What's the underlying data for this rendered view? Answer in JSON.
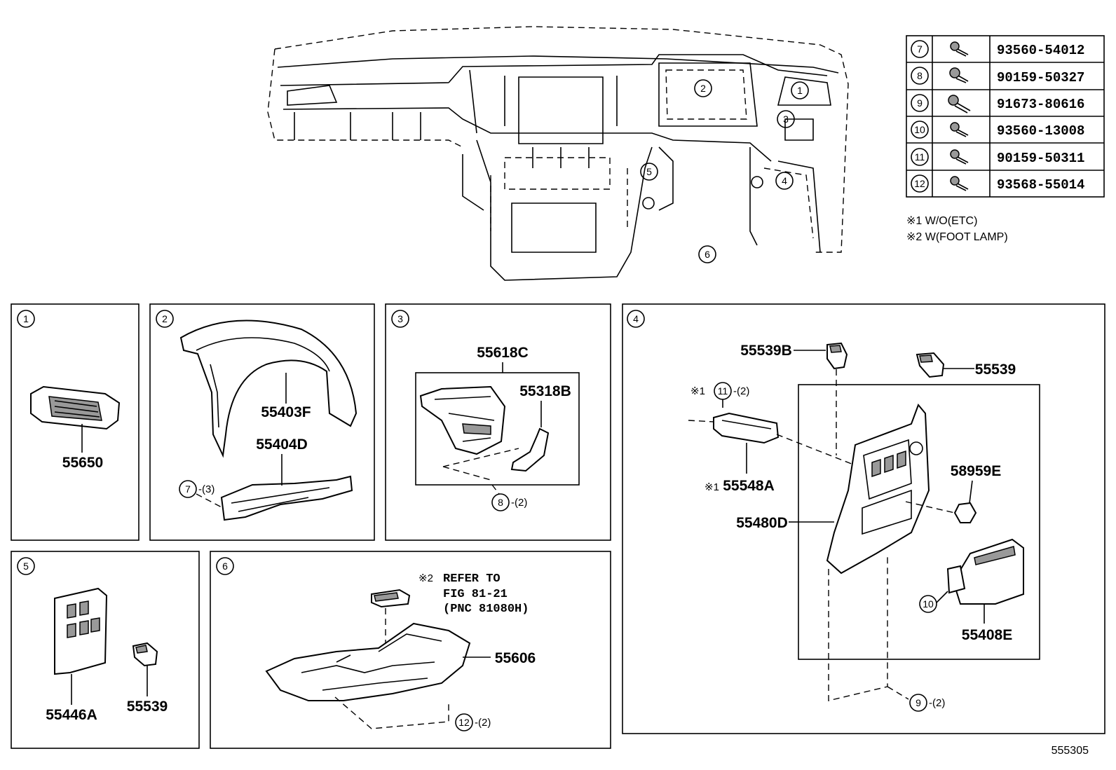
{
  "diagram": {
    "figure_code": "555305",
    "notes": [
      "※1 W/O(ETC)",
      "※2 W(FOOT LAMP)"
    ],
    "fastener_table": [
      {
        "ref": "7",
        "part": "93560-54012"
      },
      {
        "ref": "8",
        "part": "90159-50327"
      },
      {
        "ref": "9",
        "part": "91673-80616"
      },
      {
        "ref": "10",
        "part": "93560-13008"
      },
      {
        "ref": "11",
        "part": "90159-50311"
      },
      {
        "ref": "12",
        "part": "93568-55014"
      }
    ],
    "overview_callouts": [
      "1",
      "2",
      "3",
      "4",
      "5",
      "6"
    ],
    "panels": {
      "p1": {
        "num": "1",
        "parts": [
          "55650"
        ]
      },
      "p2": {
        "num": "2",
        "parts": [
          "55403F",
          "55404D"
        ],
        "fastener": "7",
        "qty": "-(3)"
      },
      "p3": {
        "num": "3",
        "parts": [
          "55618C",
          "55318B"
        ],
        "fastener": "8",
        "qty": "-(2)"
      },
      "p4": {
        "num": "4",
        "parts": [
          "55539B",
          "55539",
          "55548A",
          "55480D",
          "58959E",
          "55408E"
        ],
        "mark1": "※1",
        "fastener11": "11",
        "qty11": "-(2)",
        "mark2": "※1",
        "fastener10": "10",
        "fastener9": "9",
        "qty9": "-(2)"
      },
      "p5": {
        "num": "5",
        "parts": [
          "55446A",
          "55539"
        ]
      },
      "p6": {
        "num": "6",
        "parts": [
          "55606"
        ],
        "fastener": "12",
        "qty": "-(2)",
        "refer": [
          "※2",
          "REFER TO",
          "FIG 81-21",
          "(PNC 81080H)"
        ]
      }
    }
  }
}
